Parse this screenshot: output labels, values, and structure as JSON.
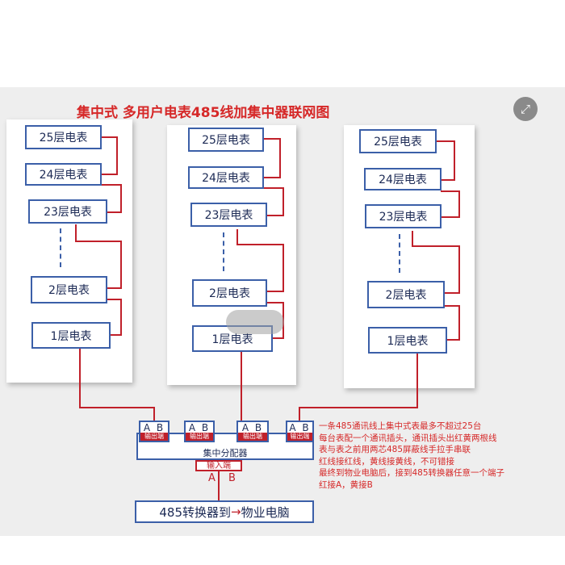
{
  "title": "集中式 多用户电表485线加集中器联网图",
  "columns": [
    {
      "floors": [
        "25层电表",
        "24层电表",
        "23层电表",
        "2层电表",
        "1层电表"
      ]
    },
    {
      "floors": [
        "25层电表",
        "24层电表",
        "23层电表",
        "2层电表",
        "1层电表"
      ]
    },
    {
      "floors": [
        "25层电表",
        "24层电表",
        "23层电表",
        "2层电表",
        "1层电表"
      ]
    }
  ],
  "hub": {
    "label": "集中分配器",
    "ports": [
      {
        "ab": "A B",
        "label": "输出端"
      },
      {
        "ab": "A B",
        "label": "输出端"
      },
      {
        "ab": "A B",
        "label": "输出端"
      },
      {
        "ab": "A B",
        "label": "输出端"
      }
    ],
    "input_label": "输入端",
    "input_ab": "A B"
  },
  "converter": {
    "text_left": "485转换器到",
    "arrow": "→",
    "text_right": "物业电脑"
  },
  "notes": [
    "一条485通讯线上集中式表最多不超过25台",
    "每台表配一个通讯插头，通讯插头出红黄两根线",
    "表与表之前用两芯485屏蔽线手拉手串联",
    "红线接红线，黄线接黄线，不可错接",
    "最终到物业电脑后，接到485转换器任意一个端子",
    "红接A，黄接B"
  ],
  "icons": {
    "zoom": "expand-icon"
  },
  "colors": {
    "wire": "#c0202a",
    "box_border": "#3b5fa8",
    "title": "#d62828"
  }
}
